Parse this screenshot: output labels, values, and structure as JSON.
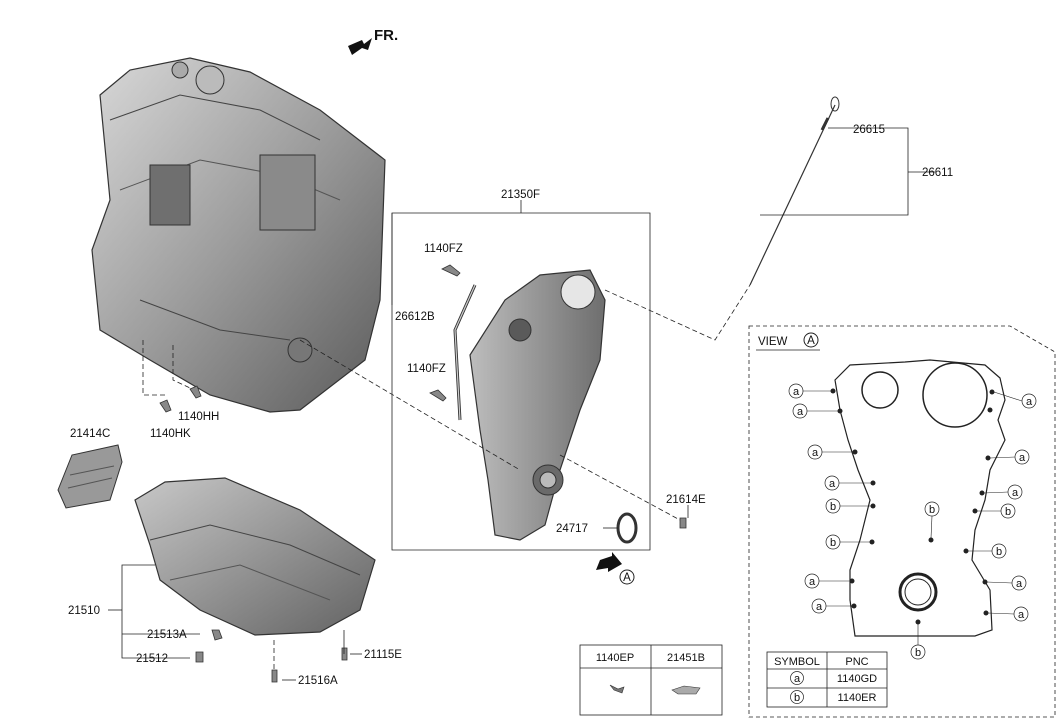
{
  "direction": {
    "label": "FR."
  },
  "view_marker": {
    "letter": "A"
  },
  "view_panel": {
    "title": "VIEW",
    "letter": "A",
    "legend": {
      "header_symbol": "SYMBOL",
      "header_pnc": "PNC",
      "rows": [
        {
          "symbol": "a",
          "pnc": "1140GD"
        },
        {
          "symbol": "b",
          "pnc": "1140ER"
        }
      ]
    }
  },
  "callouts": [
    "21350F",
    "1140FZ",
    "26612B",
    "1140FZ",
    "21614E",
    "24717",
    "26615",
    "26611",
    "1140HH",
    "1140HK",
    "21414C",
    "21510",
    "21513A",
    "21512",
    "21115E",
    "21516A"
  ],
  "hardware_table": {
    "columns": [
      "1140EP",
      "21451B"
    ]
  },
  "colors": {
    "line": "#222222",
    "part_fill": "#9a9a9a",
    "part_dark": "#555555"
  }
}
